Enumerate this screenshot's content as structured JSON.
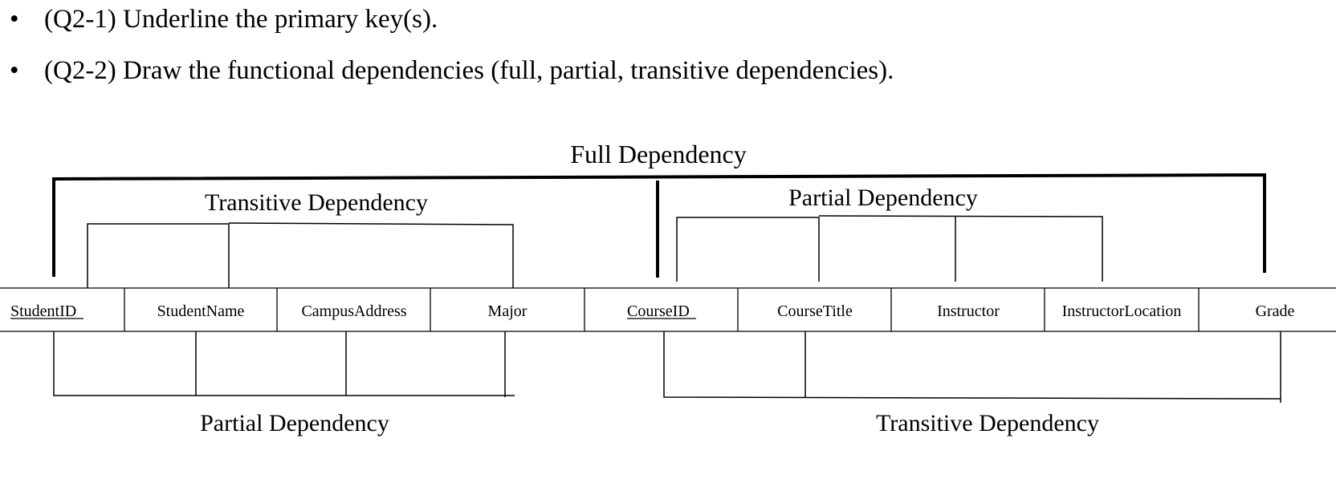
{
  "questions": [
    {
      "bullet": "•",
      "text": "(Q2-1) Underline the primary key(s)."
    },
    {
      "bullet": "•",
      "text": "(Q2-2) Draw the functional dependencies (full, partial, transitive dependencies)."
    }
  ],
  "table": {
    "columns": [
      {
        "name": "StudentID",
        "primary_key": true
      },
      {
        "name": "StudentName",
        "primary_key": false
      },
      {
        "name": "CampusAddress",
        "primary_key": false
      },
      {
        "name": "Major",
        "primary_key": false
      },
      {
        "name": "CourseID",
        "primary_key": true
      },
      {
        "name": "CourseTitle",
        "primary_key": false
      },
      {
        "name": "Instructor",
        "primary_key": false
      },
      {
        "name": "InstructorLocation",
        "primary_key": false
      },
      {
        "name": "Grade",
        "primary_key": false
      }
    ]
  },
  "dependencies": {
    "full": "Full Dependency",
    "top_transitive": "Transitive Dependency",
    "top_partial": "Partial Dependency",
    "bottom_partial": "Partial Dependency",
    "bottom_transitive": "Transitive Dependency"
  }
}
